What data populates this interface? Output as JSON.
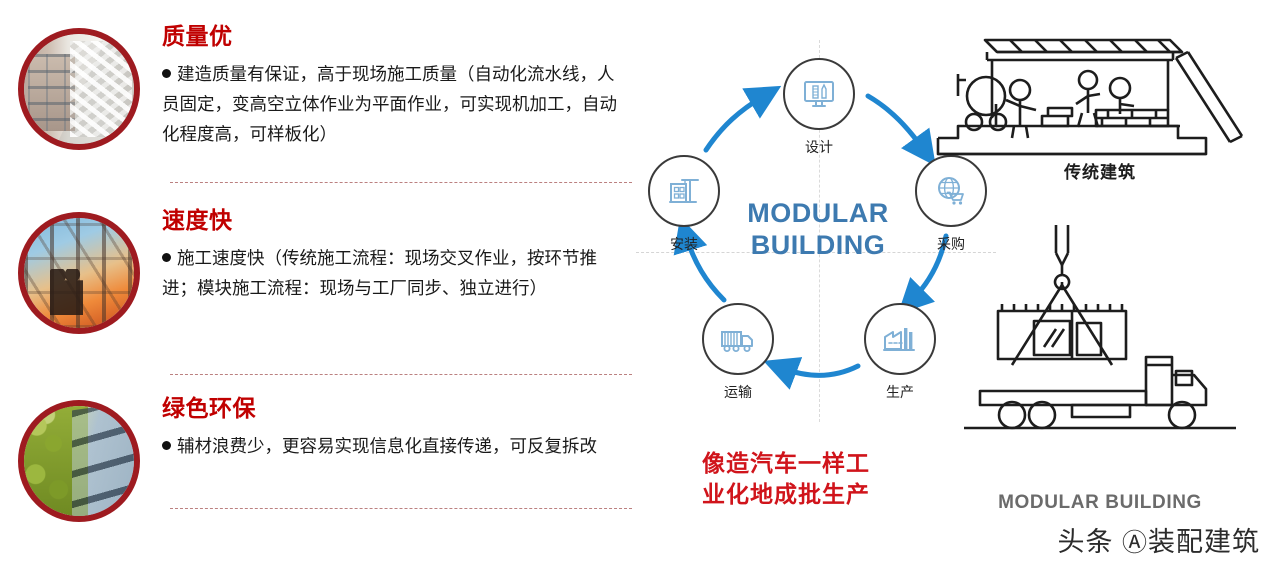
{
  "features": [
    {
      "title": "质量优",
      "body": "建造质量有保证，高于现场施工质量（自动化流水线，人员固定，变高空立体作业为平面作业，可实现机加工，自动化程度高，可样板化）",
      "photo_name": "modern-facade-building-photo"
    },
    {
      "title": "速度快",
      "body": "施工速度快（传统施工流程：现场交叉作业，按环节推进；模块施工流程：现场与工厂同步、独立进行）",
      "photo_name": "sunset-scaffolding-workers-photo"
    },
    {
      "title": "绿色环保",
      "body": "辅材浪费少，更容易实现信息化直接传递，可反复拆改",
      "photo_name": "green-living-wall-photo"
    }
  ],
  "cycle": {
    "center_line1": "MODULAR",
    "center_line2": "BUILDING",
    "nodes": [
      {
        "label": "设计",
        "icon": "design-monitor-icon"
      },
      {
        "label": "采购",
        "icon": "globe-cart-icon"
      },
      {
        "label": "生产",
        "icon": "factory-icon"
      },
      {
        "label": "运输",
        "icon": "truck-icon"
      },
      {
        "label": "安装",
        "icon": "building-crane-icon"
      }
    ]
  },
  "slogan": {
    "line1": "像造汽车一样工",
    "line2": "业化地成批生产"
  },
  "illustrations": {
    "top_caption": "传统建筑",
    "bottom_caption": "MODULAR BUILDING"
  },
  "watermark": {
    "prefix": "头条",
    "at": "@",
    "handle": "装配建筑"
  },
  "colors": {
    "heading_red": "#c00000",
    "slogan_red": "#d0141b",
    "center_blue": "#3d7ab0",
    "ring_red": "#9e1b20",
    "icon_blue": "#7fb0d6",
    "arrow_blue": "#1f86d0"
  }
}
